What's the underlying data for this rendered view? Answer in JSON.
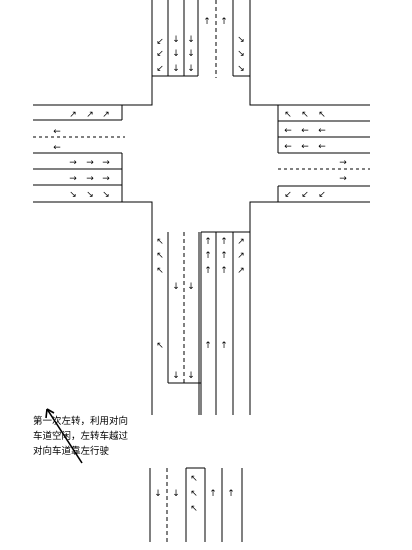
{
  "figure": {
    "title": "",
    "annotation": {
      "lines": [
        "第一次左转，利用对向",
        "车道空闲，左转车越过",
        "对向车道靠左行驶"
      ]
    },
    "arrow_glyphs": {
      "straight": "↑↓←→",
      "left_turn": "↖↗↙↘"
    }
  }
}
